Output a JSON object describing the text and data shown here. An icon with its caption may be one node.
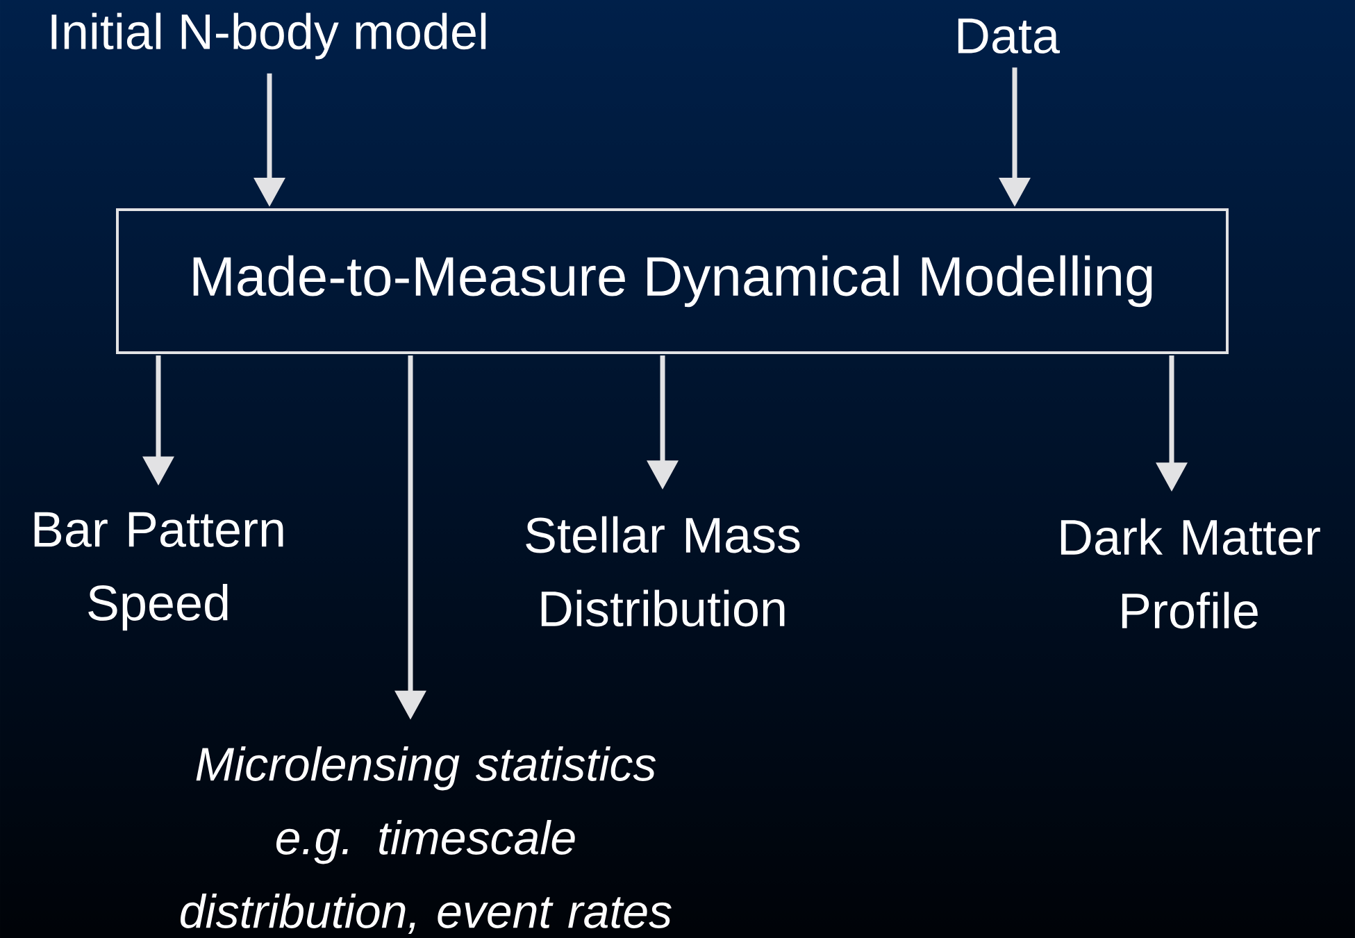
{
  "diagram": {
    "nodes": [
      {
        "text": [
          "Initial N-body model"
        ]
      },
      {
        "text": [
          "Data"
        ]
      },
      {
        "text": [
          "Made-to-Measure Dynamical Modelling"
        ]
      },
      {
        "text": [
          "Bar Pattern Speed"
        ]
      },
      {
        "text": [
          "Microlensing statistics e.g. timescale distribution, event rates"
        ]
      },
      {
        "text": [
          "Stellar Mass Distribution"
        ]
      },
      {
        "text": [
          "Dark Matter Profile"
        ]
      }
    ],
    "edges": [
      {
        "from": 0,
        "to": 2,
        "arrow": "to"
      },
      {
        "from": 1,
        "to": 2,
        "arrow": "to"
      },
      {
        "from": 2,
        "to": 3,
        "arrow": "to"
      },
      {
        "from": 2,
        "to": 4,
        "arrow": "to"
      },
      {
        "from": 2,
        "to": 5,
        "arrow": "to"
      },
      {
        "from": 2,
        "to": 6,
        "arrow": "to"
      }
    ]
  }
}
